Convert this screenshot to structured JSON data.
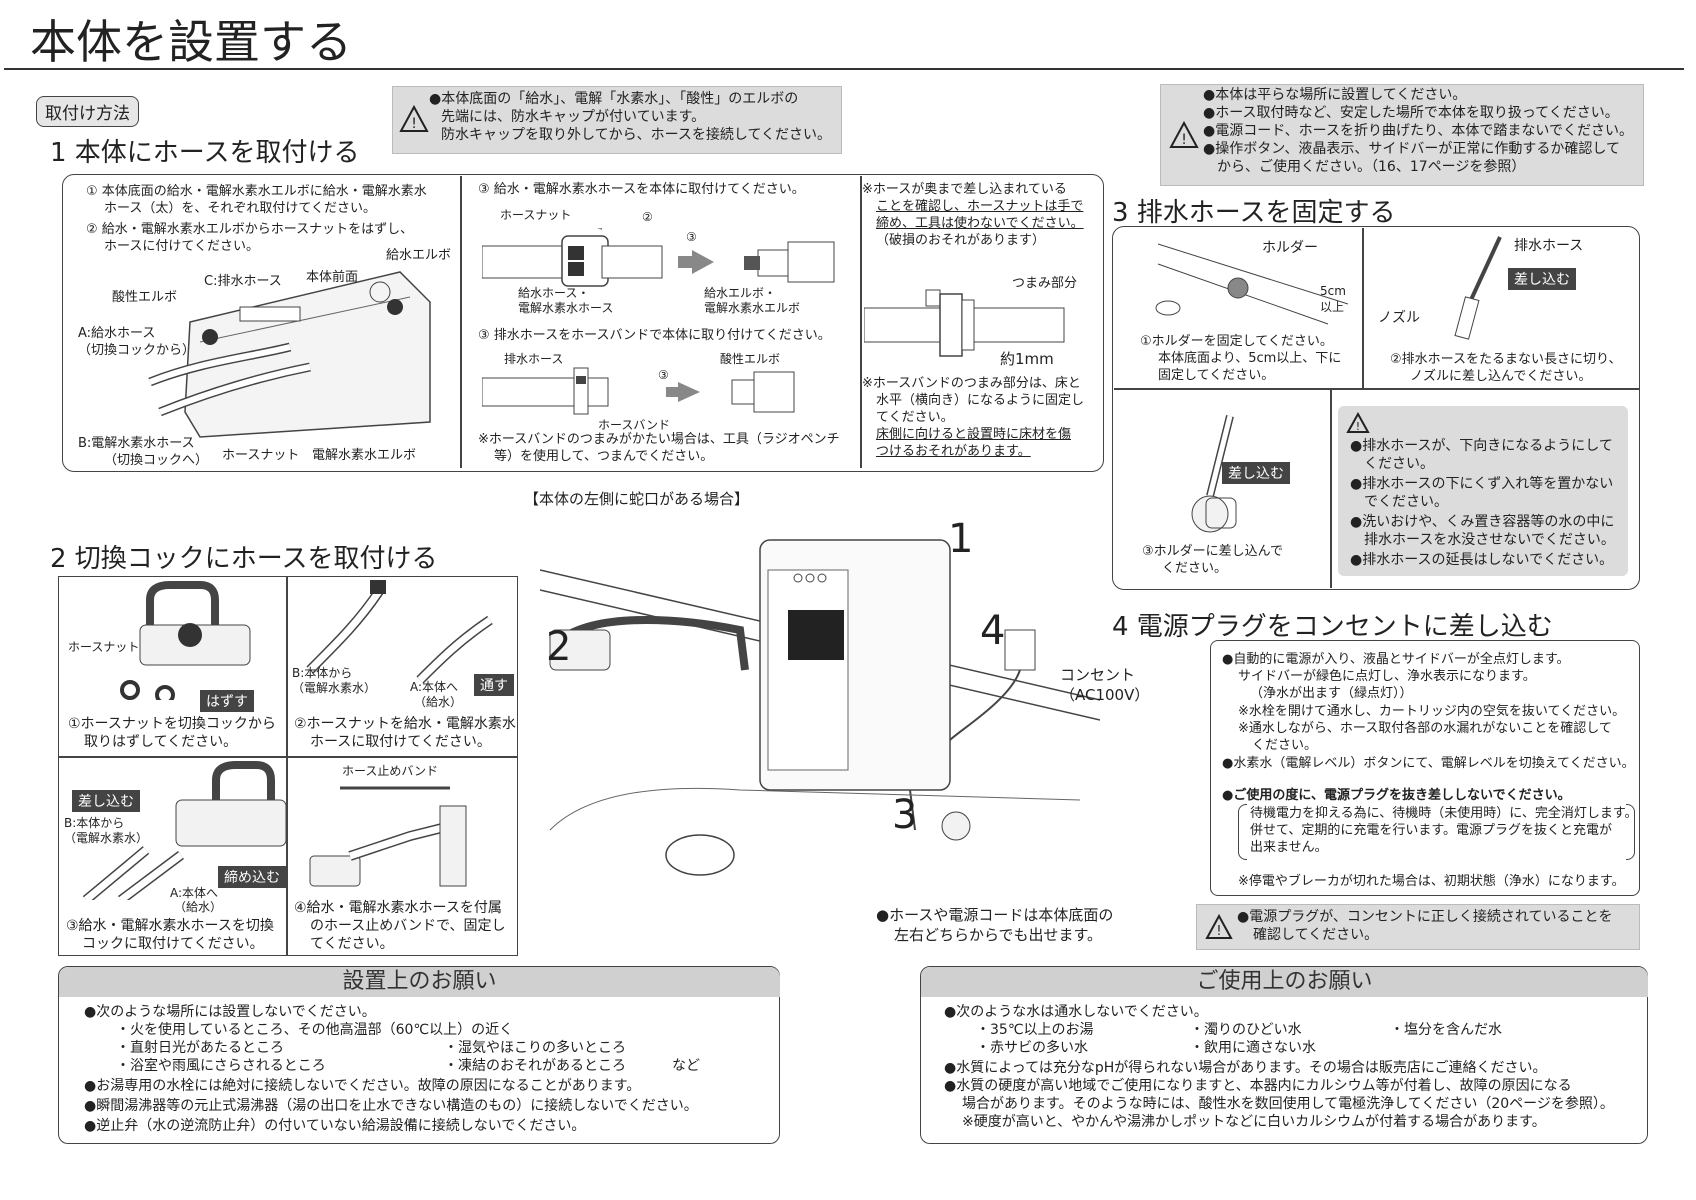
{
  "title": "本体を設置する",
  "method_label": "取付け方法",
  "top_warning": [
    "●本体底面の「給水」、電解「水素水」、「酸性」のエルボの",
    "先端には、防水キャップが付いています。",
    "防水キャップを取り外してから、ホースを接続してください。"
  ],
  "right_warning": [
    "●本体は平らな場所に設置してください。",
    "●ホース取付時など、安定した場所で本体を取り扱ってください。",
    "●電源コード、ホースを折り曲げたり、本体で踏まないでください。",
    "●操作ボタン、液晶表示、サイドバーが正常に作動するか確認して",
    "から、ご使用ください。（16、17ページを参照）"
  ],
  "step1": {
    "heading": "1 本体にホースを取付ける",
    "instr1": [
      "① 本体底面の給水・電解水素水エルボに給水・電解水素水",
      "ホース（太）を、それぞれ取付けてください。"
    ],
    "instr2": [
      "② 給水・電解水素水エルボからホースナットをはずし、",
      "ホースに付けてください。"
    ],
    "labels": {
      "kyusui_elbow": "給水エルボ",
      "honntai_front": "本体前面",
      "c_drain": "C:排水ホース",
      "acid_elbow": "酸性エルボ",
      "a_hose": "A:給水ホース",
      "a_hose2": "（切換コックから）",
      "b_hose": "B:電解水素水ホース",
      "b_hose2": "（切換コックへ）",
      "hose_nut": "ホースナット",
      "denkai_elbow": "電解水素水エルボ"
    },
    "instr3": "③ 給水・電解水素水ホースを本体に取付けてください。",
    "mid_labels": {
      "hose_nut": "ホースナット",
      "n2": "②",
      "n3": "③",
      "supply_hose": "給水ホース・",
      "supply_hose2": "電解水素水ホース",
      "supply_elbow": "給水エルボ・",
      "supply_elbow2": "電解水素水エルボ"
    },
    "instr4": "③ 排水ホースをホースバンドで本体に取り付けてください。",
    "drain_labels": {
      "drain_hose": "排水ホース",
      "acid_elbow": "酸性エルボ",
      "n3": "③",
      "hose_band": "ホースバンド"
    },
    "band_note": [
      "※ホースバンドのつまみがかたい場合は、工具（ラジオペンチ",
      "等）を使用して、つまんでください。"
    ],
    "side_note1": [
      "※ホースが奥まで差し込まれている",
      "ことを確認し、ホースナットは手で",
      "締め、工具は使わないでください。",
      "（破損のおそれがあります）"
    ],
    "tsumami": "つまみ部分",
    "approx": "約1mm",
    "side_note2": [
      "※ホースバンドのつまみ部分は、床と",
      "水平（横向き）になるように固定し",
      "てください。",
      "床側に向けると設置時に床材を傷",
      "つけるおそれがあります。"
    ]
  },
  "left_faucet_caption": "【本体の左側に蛇口がある場合】",
  "step2": {
    "heading": "2 切換コックにホースを取付ける",
    "p1_label": "ホースナット",
    "p1_tag": "はずす",
    "p1_caption": [
      "①ホースナットを切換コックから",
      "取りはずしてください。"
    ],
    "p2_b": "B:本体から",
    "p2_b2": "（電解水素水）",
    "p2_a": "A:本体へ",
    "p2_a2": "（給水）",
    "p2_tag": "通す",
    "p2_caption": [
      "②ホースナットを給水・電解水素水",
      "ホースに取付けてください。"
    ],
    "p3_tag": "差し込む",
    "p3_b": "B:本体から",
    "p3_b2": "（電解水素水）",
    "p3_tag2": "締め込む",
    "p3_a": "A:本体へ",
    "p3_a2": "（給水）",
    "p3_caption": [
      "③給水・電解水素水ホースを切換",
      "コックに取付けてください。"
    ],
    "p4_label": "ホース止めバンド",
    "p4_caption": [
      "④給水・電解水素水ホースを付属",
      "のホース止めバンドで、固定し",
      "てください。"
    ]
  },
  "center": {
    "n1": "1",
    "n2": "2",
    "n3": "3",
    "n4": "4",
    "outlet": "コンセント",
    "outlet2": "（AC100V）",
    "bottom_note": [
      "●ホースや電源コードは本体底面の",
      "左右どちらからでも出せます。"
    ]
  },
  "step3": {
    "heading": "3 排水ホースを固定する",
    "holder": "ホルダー",
    "five_cm": "5cm",
    "above": "以上",
    "cap1": [
      "①ホルダーを固定してください。",
      "本体底面より、5cm以上、下に",
      "固定してください。"
    ],
    "drain_hose": "排水ホース",
    "insert": "差し込む",
    "nozzle": "ノズル",
    "cap2": [
      "②排水ホースをたるまない長さに切り、",
      "ノズルに差し込んでください。"
    ],
    "insert2": "差し込む",
    "cap3": [
      "③ホルダーに差し込んで",
      "ください。"
    ],
    "warn": [
      "●排水ホースが、下向きになるようにして",
      "ください。",
      "●排水ホースの下にくず入れ等を置かない",
      "でください。",
      "●洗いおけや、くみ置き容器等の水の中に",
      "排水ホースを水没させないでください。",
      "●排水ホースの延長はしないでください。"
    ]
  },
  "step4": {
    "heading": "4 電源プラグをコンセントに差し込む",
    "lines": [
      "●自動的に電源が入り、液晶とサイドバーが全点灯します。",
      "サイドバーが緑色に点灯し、浄水表示になります。",
      "（浄水が出ます（緑点灯））",
      "※水栓を開けて通水し、カートリッジ内の空気を抜いてください。",
      "※通水しながら、ホース取付各部の水漏れがないことを確認して",
      "ください。",
      "●水素水（電解レベル）ボタンにて、電解レベルを切換えてください。"
    ],
    "bold": "●ご使用の度に、電源プラグを抜き差ししないでください。",
    "paren": [
      "待機電力を抑える為に、待機時（未使用時）に、完全消灯します。",
      "併せて、定期的に充電を行います。電源プラグを抜くと充電が",
      "出来ません。"
    ],
    "outage": "※停電やブレーカが切れた場合は、初期状態（浄水）になります。",
    "warn": [
      "●電源プラグが、コンセントに正しく接続されていることを",
      "確認してください。"
    ]
  },
  "install_request": {
    "title": "設置上のお願い",
    "lines": [
      "●次のような場所には設置しないでください。",
      "・火を使用しているところ、その他高温部（60℃以上）の近く",
      "・直射日光があたるところ",
      "・浴室や雨風にさらされるところ",
      "●お湯専用の水栓には絶対に接続しないでください。故障の原因になることがあります。",
      "●瞬間湯沸器等の元止式湯沸器（湯の出口を止水できない構造のもの）に接続しないでください。",
      "●逆止弁（水の逆流防止弁）の付いていない給湯設備に接続しないでください。"
    ],
    "col2a": "・湿気やほこりの多いところ",
    "col2b": "・凍結のおそれがあるところ",
    "nado": "など"
  },
  "usage_request": {
    "title": "ご使用上のお願い",
    "l1": "●次のような水は通水しないでください。",
    "i1": "・35℃以上のお湯",
    "i2": "・濁りのひどい水",
    "i3": "・塩分を含んだ水",
    "i4": "・赤サビの多い水",
    "i5": "・飲用に適さない水",
    "lines": [
      "●水質によっては充分なpHが得られない場合があります。その場合は販売店にご連絡ください。",
      "●水質の硬度が高い地域でご使用になりますと、本器内にカルシウム等が付着し、故障の原因になる",
      "場合があります。そのような時には、酸性水を数回使用して電極洗浄してください（20ページを参照）。",
      "※硬度が高いと、やかんや湯沸かしポットなどに白いカルシウムが付着する場合があります。"
    ]
  }
}
